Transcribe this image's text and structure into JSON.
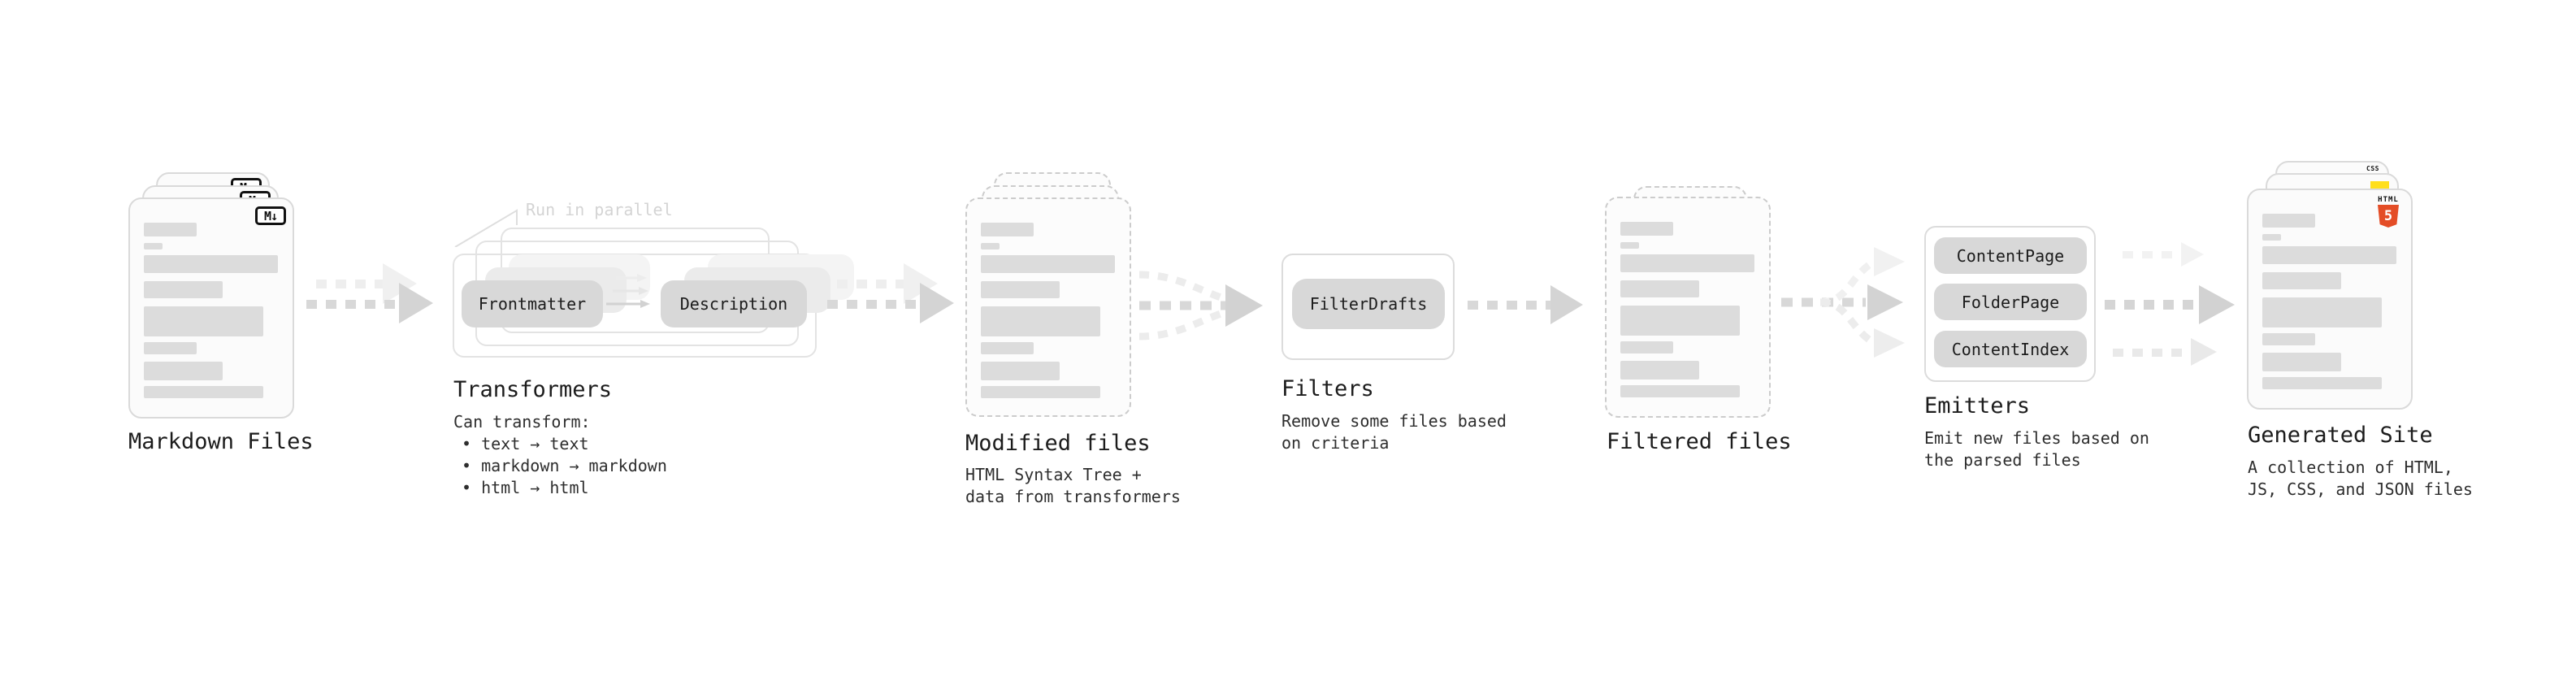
{
  "markdown": {
    "title": "Markdown Files",
    "badge": "M↓"
  },
  "transformers": {
    "title": "Transformers",
    "annotation": "Run in parallel",
    "pill_left": "Frontmatter",
    "pill_right": "Description",
    "desc": [
      "Can transform:",
      "• text → text",
      "• markdown → markdown",
      "• html → html"
    ]
  },
  "modified": {
    "title": "Modified files",
    "desc": [
      "HTML Syntax Tree +",
      "data from transformers"
    ]
  },
  "filters": {
    "title": "Filters",
    "pill": "FilterDrafts",
    "desc": [
      "Remove some files based",
      "on criteria"
    ]
  },
  "filtered": {
    "title": "Filtered files"
  },
  "emitters": {
    "title": "Emitters",
    "pills": [
      "ContentPage",
      "FolderPage",
      "ContentIndex"
    ],
    "desc": [
      "Emit new files based on",
      "the parsed files"
    ]
  },
  "generated": {
    "title": "Generated Site",
    "desc": [
      "A collection of HTML,",
      "JS, CSS, and JSON files"
    ],
    "badge_css": "CSS",
    "badge_html_label": "HTML",
    "badge_html_number": "5"
  },
  "skeleton_bars": [
    {
      "w": 65,
      "h": 17,
      "mt": 0
    },
    {
      "w": 23,
      "h": 8,
      "mt": 8
    },
    {
      "w": 165,
      "h": 22,
      "mt": 7
    },
    {
      "w": 97,
      "h": 21,
      "mt": 10
    },
    {
      "w": 147,
      "h": 37,
      "mt": 10
    },
    {
      "w": 65,
      "h": 15,
      "mt": 7
    },
    {
      "w": 97,
      "h": 23,
      "mt": 9
    },
    {
      "w": 147,
      "h": 15,
      "mt": 7
    }
  ],
  "colors": {
    "arrow_main": "#d6d6d6",
    "arrow_ghost": "#eeeeee",
    "pill_bg": "#d8d8d8",
    "skeleton_bar": "#dcdcdc",
    "html5_orange": "#e44d26",
    "js_yellow": "#ffdf1c",
    "css_blue": "#2965f1"
  }
}
